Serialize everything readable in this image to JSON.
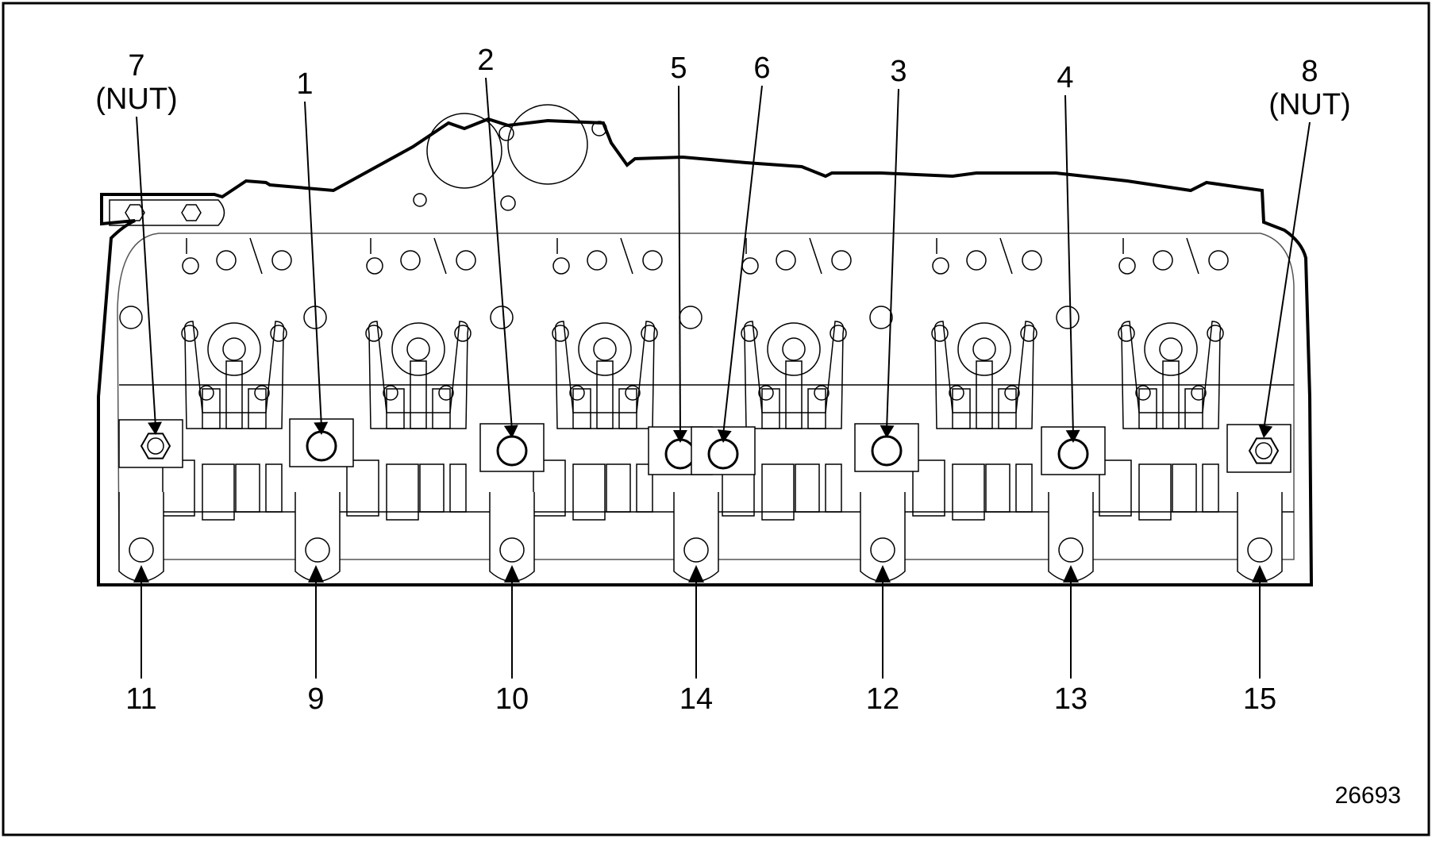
{
  "figure": {
    "figure_number": "26693",
    "colors": {
      "line": "#000000",
      "background": "#ffffff"
    }
  },
  "callouts": {
    "top": [
      {
        "id": "c7",
        "number": "7",
        "note": "(NUT)",
        "target": "nut-left"
      },
      {
        "id": "c1",
        "number": "1",
        "note": "",
        "target": "bolt-1"
      },
      {
        "id": "c2",
        "number": "2",
        "note": "",
        "target": "bolt-2"
      },
      {
        "id": "c5",
        "number": "5",
        "note": "",
        "target": "bolt-5"
      },
      {
        "id": "c6",
        "number": "6",
        "note": "",
        "target": "bolt-6"
      },
      {
        "id": "c3",
        "number": "3",
        "note": "",
        "target": "bolt-3"
      },
      {
        "id": "c4",
        "number": "4",
        "note": "",
        "target": "bolt-4"
      },
      {
        "id": "c8",
        "number": "8",
        "note": "(NUT)",
        "target": "nut-right"
      }
    ],
    "bottom": [
      {
        "id": "c11",
        "number": "11"
      },
      {
        "id": "c9",
        "number": "9"
      },
      {
        "id": "c10",
        "number": "10"
      },
      {
        "id": "c14",
        "number": "14"
      },
      {
        "id": "c12",
        "number": "12"
      },
      {
        "id": "c13",
        "number": "13"
      },
      {
        "id": "c15",
        "number": "15"
      }
    ]
  }
}
